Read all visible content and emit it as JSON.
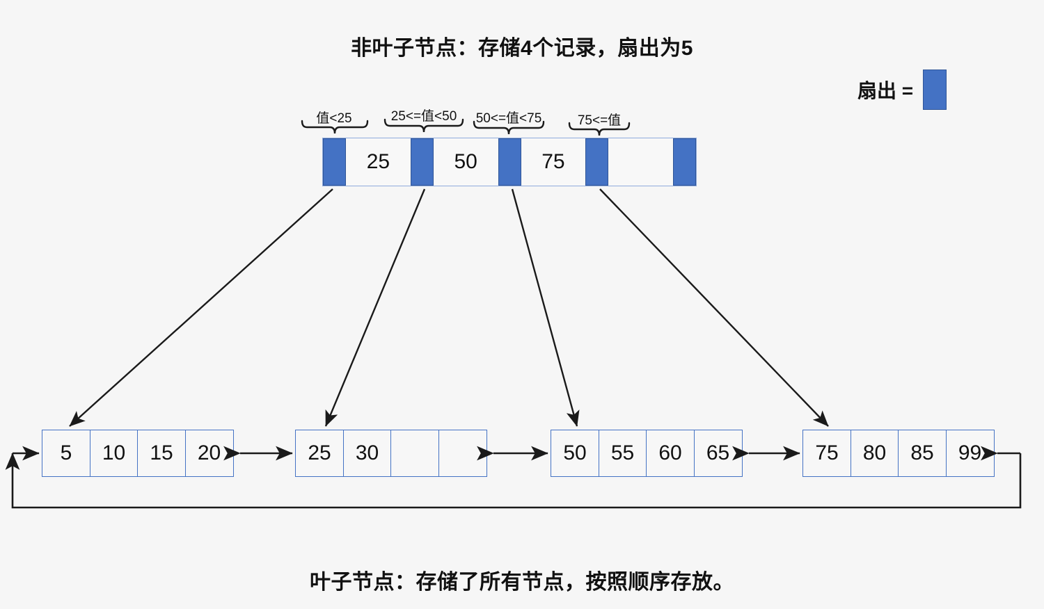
{
  "headings": {
    "title": "非叶子节点：存储4个记录，扇出为5",
    "caption": "叶子节点：存储了所有节点，按照顺序存放。"
  },
  "legend": {
    "label": "扇出 =",
    "swatch_color": "#4472C4"
  },
  "colors": {
    "pointer_blue": "#4472C4",
    "pointer_border": "#2F5597",
    "node_border": "#8FAADC",
    "leaf_border": "#4472C4",
    "background": "#F6F6F6",
    "cell_fill": "#F8F8F8",
    "arrow": "#1A1A1A",
    "text": "#111111"
  },
  "root_node": {
    "name": "root-internal-node",
    "keys": [
      "25",
      "50",
      "75",
      ""
    ],
    "pointer_count": 5,
    "range_labels": [
      "值<25",
      "25<=值<50",
      "50<=值<75",
      "75<=值"
    ]
  },
  "leaves": [
    {
      "name": "leaf-node-1",
      "cells": [
        "5",
        "10",
        "15",
        "20"
      ]
    },
    {
      "name": "leaf-node-2",
      "cells": [
        "25",
        "30",
        "",
        ""
      ]
    },
    {
      "name": "leaf-node-3",
      "cells": [
        "50",
        "55",
        "60",
        "65"
      ]
    },
    {
      "name": "leaf-node-4",
      "cells": [
        "75",
        "80",
        "85",
        "99"
      ]
    }
  ],
  "connectors": {
    "root_to_leaf_count": 4,
    "leaf_sibling_links": 3,
    "wraparound_link": true
  }
}
